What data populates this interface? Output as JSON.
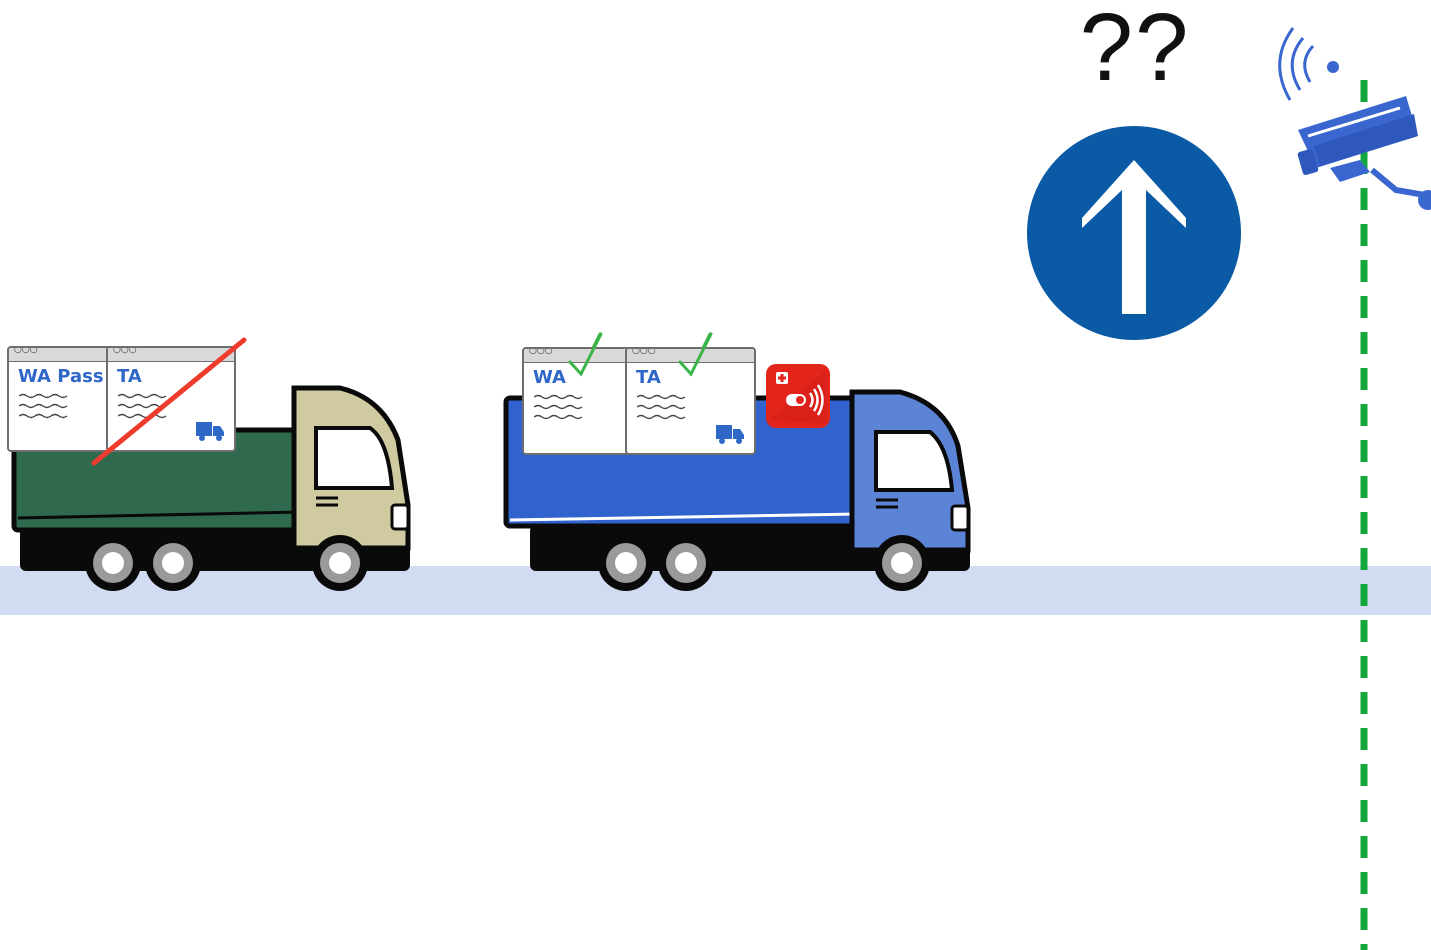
{
  "question_mark_text": "??",
  "trucks": [
    {
      "name": "green-truck",
      "body_color": "#2f6a4f",
      "cab_color": "#cfcaa0",
      "documents": [
        {
          "label": "WA  Pass",
          "status": "invalid"
        },
        {
          "label": "TA",
          "status": "invalid"
        }
      ],
      "crossed_out": true
    },
    {
      "name": "blue-truck",
      "body_color": "#3163cf",
      "cab_color": "#5b84d6",
      "documents": [
        {
          "label": "WA",
          "status": "valid"
        },
        {
          "label": "TA",
          "status": "valid"
        }
      ],
      "crossed_out": false,
      "badge_icon": "swiss-transponder-icon",
      "badge_color": "#e3241b"
    }
  ],
  "road_color": "#d1dcf2",
  "sign_icon": "mandatory-straight-ahead-sign-icon",
  "sign_color": "#0b5aa6",
  "camera_icon": "surveillance-camera-icon",
  "camera_color": "#3a66d0",
  "border_line_color": "#13a83c",
  "check_color": "#3ab54a",
  "cross_color": "#ef3b2c"
}
